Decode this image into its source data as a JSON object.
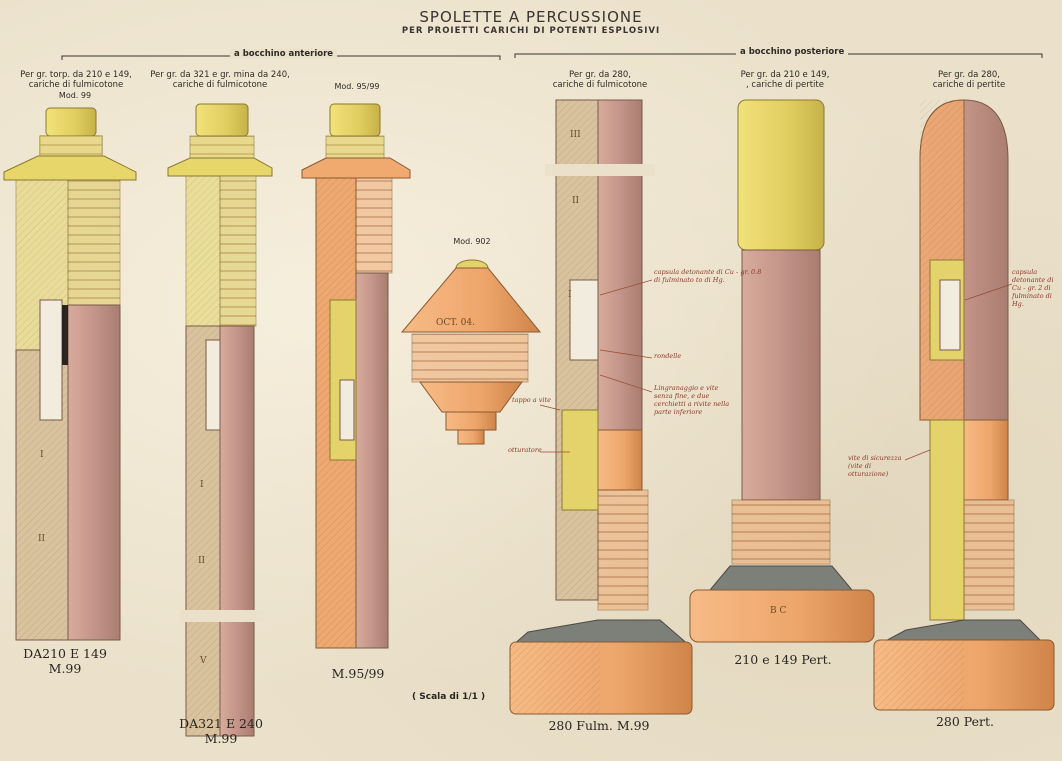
{
  "title": "SPOLETTE A PERCUSSIONE",
  "subtitle": "PER PROIETTI CARICHI DI POTENTI ESPLOSIVI",
  "groups": {
    "anterior": "a bocchino anteriore",
    "posterior": "a bocchino posteriore"
  },
  "fuzes": [
    {
      "caption_1": "Per gr. torp. da 210 e 149,",
      "caption_2": "cariche di fulmicotone",
      "model": "Mod. 99",
      "label": "DA210 E 149 M.99"
    },
    {
      "caption_1": "Per gr. da 321 e gr. mina da 240,",
      "caption_2": "cariche di fulmicotone",
      "model": "",
      "label": "DA321 E 240 M.99"
    },
    {
      "caption_1": "",
      "caption_2": "",
      "model": "Mod. 95/99",
      "label": "M.95/99"
    },
    {
      "caption_1": "",
      "caption_2": "",
      "model": "Mod. 902",
      "label": ""
    },
    {
      "caption_1": "Per gr. da 280,",
      "caption_2": "cariche di fulmicotone",
      "model": "",
      "label": "280 Fulm. M.99"
    },
    {
      "caption_1": "Per gr. da 210 e 149,",
      "caption_2": ", cariche di pertite",
      "model": "",
      "label": "210 e 149 Pert."
    },
    {
      "caption_1": "Per gr. da 280,",
      "caption_2": "cariche di pertite",
      "model": "",
      "label": "280 Pert."
    }
  ],
  "scale_note": "( Scala di 1/1 )",
  "figure_marks": {
    "cap_902": "OCT. 04.",
    "base_bc": "B C",
    "roman_i": "I",
    "roman_ii": "II",
    "roman_iii": "III",
    "roman_v": "V"
  },
  "handwritten_notes": [
    "capsula detonante di Cu - gr. 0.8 di fulminato to di Hg.",
    "rondelle",
    "Lingranaggio e vite senza fine, e due cerchietti a rivite nella parte inferiore",
    "tappo a vite",
    "otturatore",
    "capsula detonante di Cu - gr. 2 di fulminato di Hg.",
    "vite di sicurezza (vite di otturazione)"
  ],
  "colors": {
    "paper": "#ebe1cb",
    "brass": "#e4d36a",
    "brass_dark": "#b3a03a",
    "body_rose": "#c79a8a",
    "body_shade": "#a97d70",
    "copper": "#efa870",
    "copper_dark": "#c77c45",
    "lead_gray": "#7d8079",
    "charge_tan": "#d9c39e"
  }
}
